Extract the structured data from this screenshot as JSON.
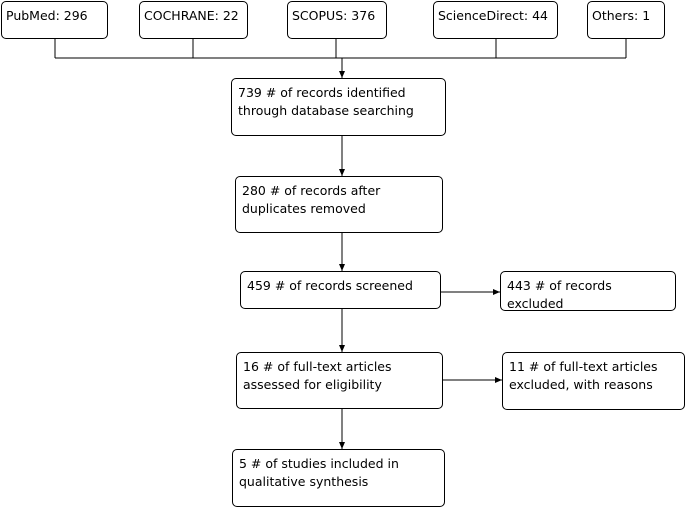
{
  "sources": [
    {
      "id": "pubmed",
      "label": "PubMed: 296"
    },
    {
      "id": "cochrane",
      "label": "COCHRANE: 22"
    },
    {
      "id": "scopus",
      "label": "SCOPUS: 376"
    },
    {
      "id": "sciencedirect",
      "label": "ScienceDirect: 44"
    },
    {
      "id": "others",
      "label": "Others: 1"
    }
  ],
  "flow": {
    "identified": "739 # of records identified through database searching",
    "after_duplicates": "280 # of records after duplicates removed",
    "screened": "459 # of records screened",
    "excluded": "443 # of records excluded",
    "fulltext_assessed": "16 # of full-text articles assessed for eligibility",
    "fulltext_excluded": "11 # of full-text articles excluded, with reasons",
    "included": "5 # of studies included in qualitative synthesis"
  }
}
